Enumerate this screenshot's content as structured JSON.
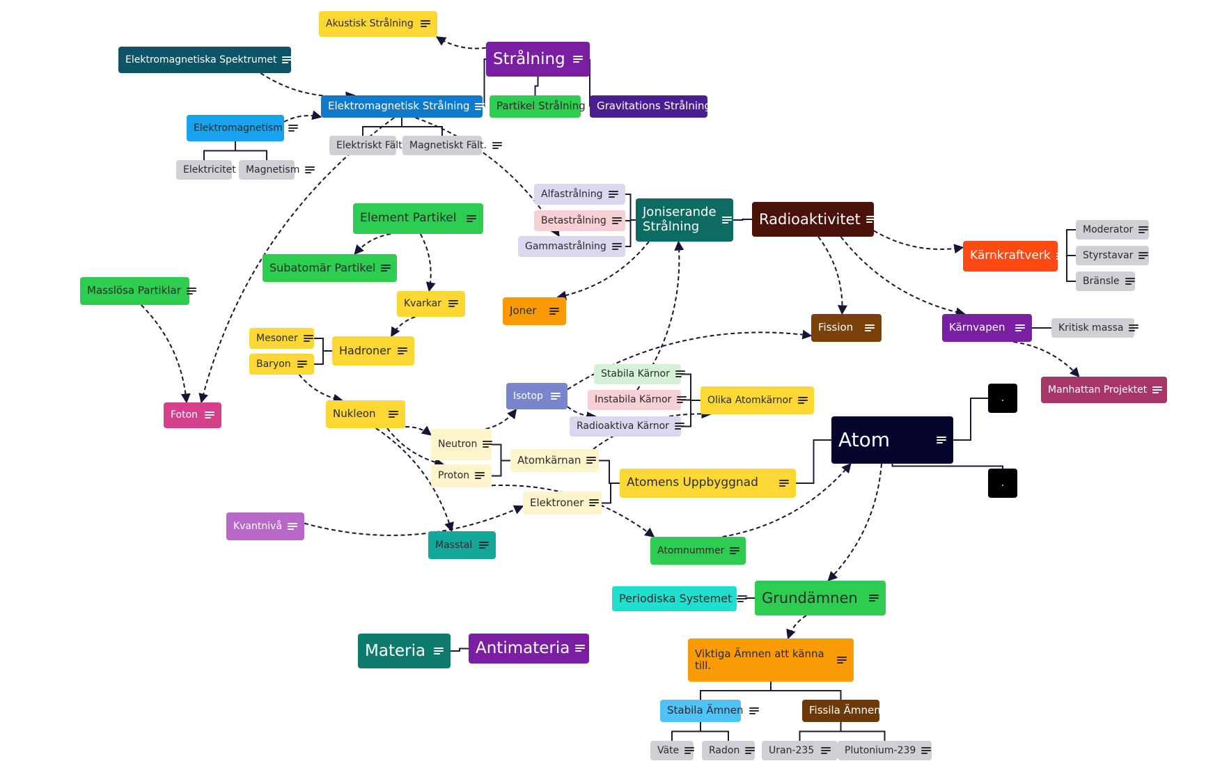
{
  "mindmap": {
    "nodes": [
      {
        "id": "akustisk",
        "label": "Akustisk Strålning",
        "color": "#fdd835",
        "text": "light"
      },
      {
        "id": "stralning",
        "label": "Strålning",
        "color": "#7b1fa2",
        "text": "dark"
      },
      {
        "id": "em_spektrum",
        "label": "Elektromagnetiska Spektrumet",
        "color": "#0d5566",
        "text": "dark"
      },
      {
        "id": "em_stralning",
        "label": "Elektromagnetisk Strålning",
        "color": "#1179c9",
        "text": "dark"
      },
      {
        "id": "partikel_str",
        "label": "Partikel Strålning",
        "color": "#2ecc51",
        "text": "light"
      },
      {
        "id": "gravitation",
        "label": "Gravitations Strålning",
        "color": "#4a1f8f",
        "text": "dark"
      },
      {
        "id": "elektromagnetism",
        "label": "Elektromagnetism",
        "color": "#18a3ee",
        "text": "light"
      },
      {
        "id": "elektriskt_falt",
        "label": "Elektriskt Fält",
        "color": "#cfd0d6",
        "text": "light"
      },
      {
        "id": "magnetiskt_falt",
        "label": "Magnetiskt Fält.",
        "color": "#cfd0d6",
        "text": "light"
      },
      {
        "id": "elektricitet",
        "label": "Elektricitet",
        "color": "#cfd0d6",
        "text": "light"
      },
      {
        "id": "magnetism",
        "label": "Magnetism",
        "color": "#cfd0d6",
        "text": "light"
      },
      {
        "id": "element_partikel",
        "label": "Element Partikel",
        "color": "#2ecc51",
        "text": "light"
      },
      {
        "id": "subatomar",
        "label": "Subatomär Partikel",
        "color": "#2ecc51",
        "text": "light"
      },
      {
        "id": "masslosa",
        "label": "Masslösa Partiklar",
        "color": "#2ecc51",
        "text": "light"
      },
      {
        "id": "kvarkar",
        "label": "Kvarkar",
        "color": "#fdd835",
        "text": "light"
      },
      {
        "id": "mesoner",
        "label": "Mesoner",
        "color": "#fdd835",
        "text": "light"
      },
      {
        "id": "baryon",
        "label": "Baryon",
        "color": "#fdd835",
        "text": "light"
      },
      {
        "id": "hadroner",
        "label": "Hadroner",
        "color": "#fdd835",
        "text": "light"
      },
      {
        "id": "foton",
        "label": "Foton",
        "color": "#d6408b",
        "text": "dark"
      },
      {
        "id": "nukleon",
        "label": "Nukleon",
        "color": "#fdd835",
        "text": "light"
      },
      {
        "id": "alfa",
        "label": "Alfastrålning",
        "color": "#dcd6ef",
        "text": "light"
      },
      {
        "id": "beta",
        "label": "Betastrålning",
        "color": "#f6d0d4",
        "text": "light"
      },
      {
        "id": "gamma",
        "label": "Gammastrålning",
        "color": "#dcd6ef",
        "text": "light"
      },
      {
        "id": "joniserande",
        "label": "Joniserande Strålning",
        "color": "#0d6b62",
        "text": "dark"
      },
      {
        "id": "radioaktivitet",
        "label": "Radioaktivitet",
        "color": "#4a1208",
        "text": "dark"
      },
      {
        "id": "karnkraftverk",
        "label": "Kärnkraftverk",
        "color": "#ff4a14",
        "text": "dark"
      },
      {
        "id": "moderator",
        "label": "Moderator",
        "color": "#cfd0d6",
        "text": "light"
      },
      {
        "id": "styrstavar",
        "label": "Styrstavar",
        "color": "#cfd0d6",
        "text": "light"
      },
      {
        "id": "bransle",
        "label": "Bränsle",
        "color": "#cfd0d6",
        "text": "light"
      },
      {
        "id": "joner",
        "label": "Joner",
        "color": "#fb9a07",
        "text": "light"
      },
      {
        "id": "fission",
        "label": "Fission",
        "color": "#7a4208",
        "text": "dark"
      },
      {
        "id": "karnvapen",
        "label": "Kärnvapen",
        "color": "#7b1fa2",
        "text": "dark"
      },
      {
        "id": "kritisk_massa",
        "label": "Kritisk massa",
        "color": "#cfd0d6",
        "text": "light"
      },
      {
        "id": "manhattan",
        "label": "Manhattan Projektet",
        "color": "#a8366a",
        "text": "dark"
      },
      {
        "id": "stabila_karnor",
        "label": "Stabila Kärnor",
        "color": "#d5f1d8",
        "text": "light"
      },
      {
        "id": "instabila_karnor",
        "label": "Instabila Kärnor",
        "color": "#f6d0d4",
        "text": "light"
      },
      {
        "id": "radioaktiva_karnor",
        "label": "Radioaktiva Kärnor",
        "color": "#dcd6ef",
        "text": "light"
      },
      {
        "id": "olika_atomkarnor",
        "label": "Olika Atomkärnor",
        "color": "#fdd835",
        "text": "light"
      },
      {
        "id": "isotop",
        "label": "Isotop",
        "color": "#7986cb",
        "text": "dark"
      },
      {
        "id": "neutron",
        "label": "Neutron",
        "color": "#fdf4cc",
        "text": "light"
      },
      {
        "id": "proton",
        "label": "Proton",
        "color": "#fdf4cc",
        "text": "light"
      },
      {
        "id": "atomkarnan",
        "label": "Atomkärnan",
        "color": "#fdf4cc",
        "text": "light"
      },
      {
        "id": "elektroner",
        "label": "Elektroner",
        "color": "#fdf4cc",
        "text": "light"
      },
      {
        "id": "atomens_uppbyggnad",
        "label": "Atomens Uppbyggnad",
        "color": "#fdd835",
        "text": "light"
      },
      {
        "id": "atom",
        "label": "Atom",
        "color": "#05052e",
        "text": "dark"
      },
      {
        "id": "dot1",
        "label": ".",
        "color": "#000000",
        "text": "dark"
      },
      {
        "id": "dot2",
        "label": ".",
        "color": "#000000",
        "text": "dark"
      },
      {
        "id": "kvantniva",
        "label": "Kvantnivå",
        "color": "#b768c9",
        "text": "dark"
      },
      {
        "id": "masstal",
        "label": "Masstal",
        "color": "#14a89a",
        "text": "light"
      },
      {
        "id": "atomnummer",
        "label": "Atomnummer",
        "color": "#2ecc51",
        "text": "light"
      },
      {
        "id": "periodiska",
        "label": "Periodiska Systemet",
        "color": "#1fe0cf",
        "text": "light"
      },
      {
        "id": "grundamnen",
        "label": "Grundämnen",
        "color": "#2ecc51",
        "text": "light"
      },
      {
        "id": "viktiga",
        "label": "Viktiga Ämnen att känna till.",
        "color": "#fb9a07",
        "text": "light"
      },
      {
        "id": "stabila_amnen",
        "label": "Stabila Ämnen",
        "color": "#4fc3f7",
        "text": "light"
      },
      {
        "id": "fissila_amnen",
        "label": "Fissila Ämnen",
        "color": "#6b3a08",
        "text": "dark"
      },
      {
        "id": "vate",
        "label": "Väte",
        "color": "#cfd0d6",
        "text": "light"
      },
      {
        "id": "radon",
        "label": "Radon",
        "color": "#cfd0d6",
        "text": "light"
      },
      {
        "id": "uran",
        "label": "Uran-235",
        "color": "#cfd0d6",
        "text": "light"
      },
      {
        "id": "plutonium",
        "label": "Plutonium-239",
        "color": "#cfd0d6",
        "text": "light"
      },
      {
        "id": "materia",
        "label": "Materia",
        "color": "#0d7a6b",
        "text": "dark"
      },
      {
        "id": "antimateria",
        "label": "Antimateria",
        "color": "#7b1fa2",
        "text": "dark"
      }
    ],
    "tree_links": [
      [
        "stralning",
        "em_stralning"
      ],
      [
        "stralning",
        "partikel_str"
      ],
      [
        "stralning",
        "gravitation"
      ],
      [
        "em_stralning",
        "elektriskt_falt"
      ],
      [
        "em_stralning",
        "magnetiskt_falt"
      ],
      [
        "elektromagnetism",
        "elektricitet"
      ],
      [
        "elektromagnetism",
        "magnetism"
      ],
      [
        "hadroner",
        "mesoner"
      ],
      [
        "hadroner",
        "baryon"
      ],
      [
        "joniserande",
        "alfa"
      ],
      [
        "joniserande",
        "beta"
      ],
      [
        "joniserande",
        "gamma"
      ],
      [
        "joniserande",
        "radioaktivitet"
      ],
      [
        "karnkraftverk",
        "moderator"
      ],
      [
        "karnkraftverk",
        "styrstavar"
      ],
      [
        "karnkraftverk",
        "bransle"
      ],
      [
        "karnvapen",
        "kritisk_massa"
      ],
      [
        "olika_atomkarnor",
        "stabila_karnor"
      ],
      [
        "olika_atomkarnor",
        "instabila_karnor"
      ],
      [
        "olika_atomkarnor",
        "radioaktiva_karnor"
      ],
      [
        "atomkarnan",
        "neutron"
      ],
      [
        "atomkarnan",
        "proton"
      ],
      [
        "atomens_uppbyggnad",
        "atomkarnan"
      ],
      [
        "atomens_uppbyggnad",
        "elektroner"
      ],
      [
        "atom",
        "atomens_uppbyggnad"
      ],
      [
        "atom",
        "dot1"
      ],
      [
        "atom",
        "dot2"
      ],
      [
        "grundamnen",
        "periodiska"
      ],
      [
        "viktiga",
        "stabila_amnen"
      ],
      [
        "viktiga",
        "fissila_amnen"
      ],
      [
        "stabila_amnen",
        "vate"
      ],
      [
        "stabila_amnen",
        "radon"
      ],
      [
        "fissila_amnen",
        "uran"
      ],
      [
        "fissila_amnen",
        "plutonium"
      ],
      [
        "materia",
        "antimateria"
      ]
    ],
    "relation_links": [
      [
        "stralning",
        "akustisk"
      ],
      [
        "em_spektrum",
        "em_stralning"
      ],
      [
        "elektromagnetism",
        "em_stralning"
      ],
      [
        "em_stralning",
        "foton"
      ],
      [
        "em_stralning",
        "gamma"
      ],
      [
        "element_partikel",
        "subatomar"
      ],
      [
        "element_partikel",
        "kvarkar"
      ],
      [
        "kvarkar",
        "hadroner"
      ],
      [
        "masslosa",
        "foton"
      ],
      [
        "baryon",
        "nukleon"
      ],
      [
        "nukleon",
        "neutron"
      ],
      [
        "nukleon",
        "proton"
      ],
      [
        "nukleon",
        "masstal"
      ],
      [
        "neutron",
        "isotop"
      ],
      [
        "isotop",
        "fission"
      ],
      [
        "isotop",
        "radioaktiva_karnor"
      ],
      [
        "atomkarnan",
        "olika_atomkarnor"
      ],
      [
        "instabila_karnor",
        "joniserande"
      ],
      [
        "joniserande",
        "joner"
      ],
      [
        "radioaktivitet",
        "karnkraftverk"
      ],
      [
        "radioaktivitet",
        "fission"
      ],
      [
        "radioaktivitet",
        "karnvapen"
      ],
      [
        "karnvapen",
        "manhattan"
      ],
      [
        "kvantniva",
        "elektroner"
      ],
      [
        "proton",
        "atomnummer"
      ],
      [
        "atomnummer",
        "atom"
      ],
      [
        "atom",
        "grundamnen"
      ],
      [
        "grundamnen",
        "viktiga"
      ]
    ]
  }
}
